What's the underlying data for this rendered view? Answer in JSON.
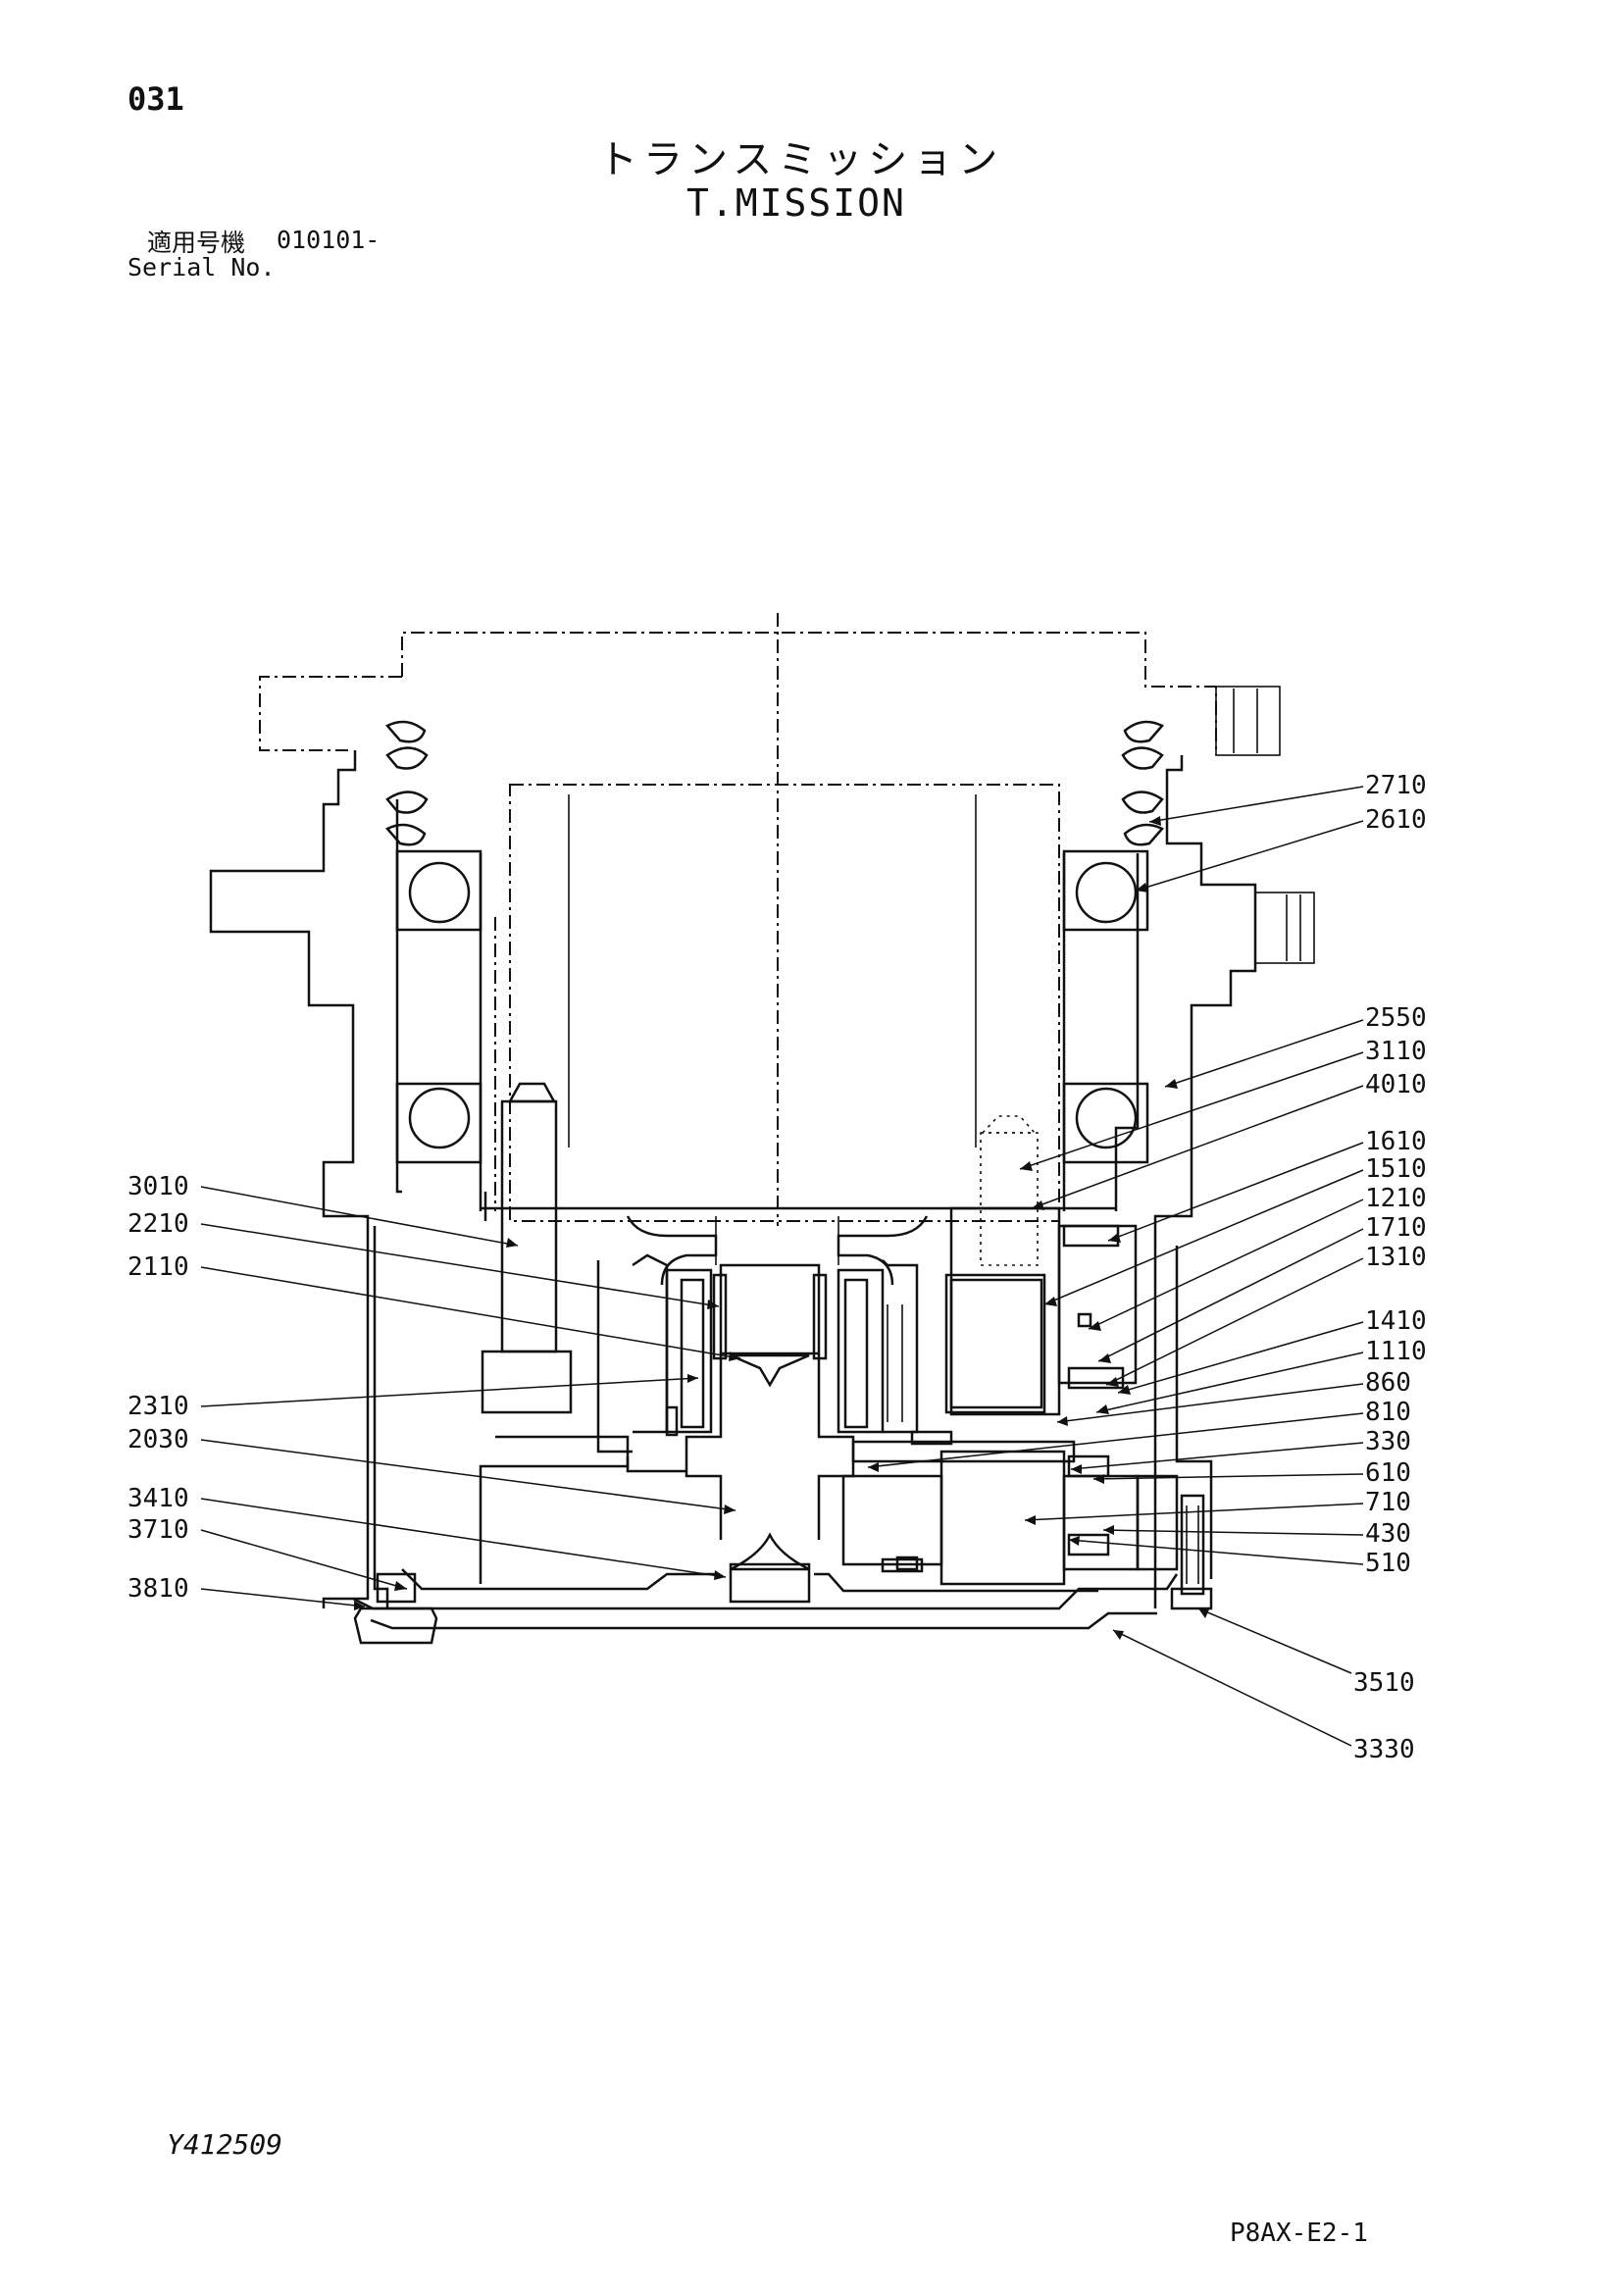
{
  "page_number": "031",
  "title_jp": "トランスミッション",
  "title_en": "T.MISSION",
  "serial_label_jp": "適用号機",
  "serial_value": "010101-",
  "serial_label_en": "Serial No.",
  "document_id": "Y412509",
  "page_code": "P8AX-E2-1",
  "callouts_left": [
    "3010",
    "2210",
    "2110",
    "2310",
    "2030",
    "3410",
    "3710",
    "3810"
  ],
  "callouts_right": [
    "2710",
    "2610",
    "2550",
    "3110",
    "4010",
    "1610",
    "1510",
    "1210",
    "1710",
    "1310",
    "1410",
    "1110",
    "860",
    "810",
    "330",
    "610",
    "710",
    "430",
    "510",
    "3510",
    "3330"
  ]
}
